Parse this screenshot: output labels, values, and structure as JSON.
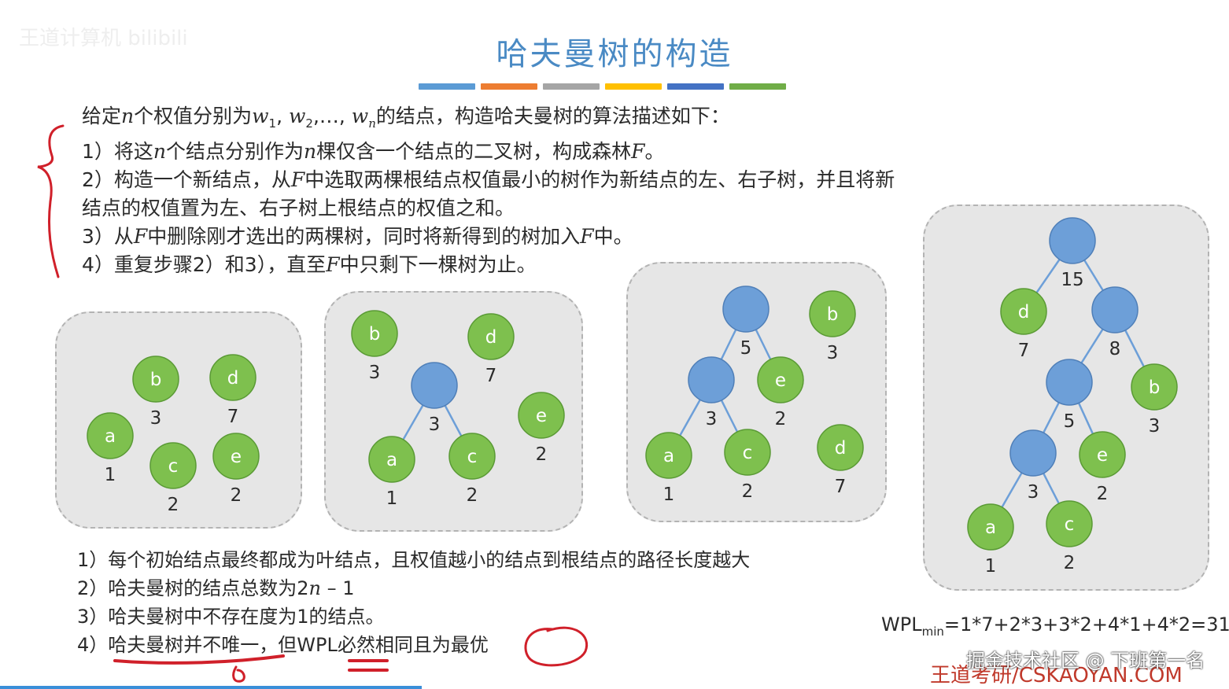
{
  "title": "哈夫曼树的构造",
  "color_bar": [
    "#5b9bd5",
    "#ed7d31",
    "#a5a5a5",
    "#ffc000",
    "#4472c4",
    "#70ad47"
  ],
  "colors": {
    "internal_node": "#6d9fd8",
    "leaf_node": "#7ec04e",
    "edge": "#6d9fd8",
    "panel_bg": "#e6e6e6",
    "annotation": "#d0202a"
  },
  "intro": {
    "line0": {
      "t1": "给定",
      "n": "n",
      "t2": "个权值分别为",
      "w": "w",
      "s1": "1",
      "c1": ", ",
      "w2": "w",
      "s2": "2",
      "c2": ",…, ",
      "wn": "w",
      "sn": "n",
      "t3": "的结点，构造哈夫曼树的算法描述如下："
    },
    "step1": {
      "a": "1）将这",
      "n1": "n",
      "b": "个结点分别作为",
      "n2": "n",
      "c": "棵仅含一个结点的二叉树，构成森林",
      "F": "F",
      "d": "。"
    },
    "step2": {
      "a": "2）构造一个新结点，从",
      "F": "F",
      "b": "中选取两棵根结点权值最小的树作为新结点的左、右子树，并且将新"
    },
    "step2b": "结点的权值置为左、右子树上根结点的权值之和。",
    "step3": {
      "a": "3）从",
      "F1": "F",
      "b": "中删除刚才选出的两棵树，同时将新得到的树加入",
      "F2": "F",
      "c": "中。"
    },
    "step4": {
      "a": "4）重复步骤2）和3），直至",
      "F": "F",
      "b": "中只剩下一棵树为止。"
    }
  },
  "panels": [
    {
      "nodes": [
        {
          "id": "b",
          "label": "b",
          "weight": "3",
          "leaf": true
        },
        {
          "id": "d",
          "label": "d",
          "weight": "7",
          "leaf": true
        },
        {
          "id": "a",
          "label": "a",
          "weight": "1",
          "leaf": true
        },
        {
          "id": "c",
          "label": "c",
          "weight": "2",
          "leaf": true
        },
        {
          "id": "e",
          "label": "e",
          "weight": "2",
          "leaf": true
        }
      ],
      "edges": []
    },
    {
      "nodes": [
        {
          "id": "b",
          "label": "b",
          "weight": "3",
          "leaf": true
        },
        {
          "id": "d",
          "label": "d",
          "weight": "7",
          "leaf": true
        },
        {
          "id": "n3",
          "label": "",
          "weight": "3",
          "leaf": false
        },
        {
          "id": "e",
          "label": "e",
          "weight": "2",
          "leaf": true
        },
        {
          "id": "a",
          "label": "a",
          "weight": "1",
          "leaf": true
        },
        {
          "id": "c",
          "label": "c",
          "weight": "2",
          "leaf": true
        }
      ],
      "edges": [
        [
          "n3",
          "a"
        ],
        [
          "n3",
          "c"
        ]
      ]
    },
    {
      "nodes": [
        {
          "id": "n5",
          "label": "",
          "weight": "5",
          "leaf": false
        },
        {
          "id": "b",
          "label": "b",
          "weight": "3",
          "leaf": true
        },
        {
          "id": "n3",
          "label": "",
          "weight": "3",
          "leaf": false
        },
        {
          "id": "e",
          "label": "e",
          "weight": "2",
          "leaf": true
        },
        {
          "id": "d",
          "label": "d",
          "weight": "7",
          "leaf": true
        },
        {
          "id": "a",
          "label": "a",
          "weight": "1",
          "leaf": true
        },
        {
          "id": "c",
          "label": "c",
          "weight": "2",
          "leaf": true
        }
      ],
      "edges": [
        [
          "n5",
          "n3"
        ],
        [
          "n5",
          "e"
        ],
        [
          "n3",
          "a"
        ],
        [
          "n3",
          "c"
        ]
      ]
    },
    {
      "nodes": [
        {
          "id": "n15",
          "label": "",
          "weight": "15",
          "leaf": false
        },
        {
          "id": "d",
          "label": "d",
          "weight": "7",
          "leaf": true
        },
        {
          "id": "n8",
          "label": "",
          "weight": "8",
          "leaf": false
        },
        {
          "id": "n5",
          "label": "",
          "weight": "5",
          "leaf": false
        },
        {
          "id": "b",
          "label": "b",
          "weight": "3",
          "leaf": true
        },
        {
          "id": "n3",
          "label": "",
          "weight": "3",
          "leaf": false
        },
        {
          "id": "e",
          "label": "e",
          "weight": "2",
          "leaf": true
        },
        {
          "id": "a",
          "label": "a",
          "weight": "1",
          "leaf": true
        },
        {
          "id": "c",
          "label": "c",
          "weight": "2",
          "leaf": true
        }
      ],
      "edges": [
        [
          "n15",
          "d"
        ],
        [
          "n15",
          "n8"
        ],
        [
          "n8",
          "n5"
        ],
        [
          "n8",
          "b"
        ],
        [
          "n5",
          "n3"
        ],
        [
          "n5",
          "e"
        ],
        [
          "n3",
          "a"
        ],
        [
          "n3",
          "c"
        ]
      ]
    }
  ],
  "properties": {
    "p1": "1）每个初始结点最终都成为叶结点，且权值越小的结点到根结点的路径长度越大",
    "p2": {
      "a": "2）哈夫曼树的结点总数为2",
      "n": "n",
      "b": " – 1"
    },
    "p3": "3）哈夫曼树中不存在度为1的结点。",
    "p4": "4）哈夫曼树并不唯一，但WPL必然相同且为最优"
  },
  "wpl": {
    "prefix": "WPL",
    "sub": "min",
    "expr": "=1*7+2*3+3*2+4*1+4*2=31"
  },
  "watermarks": {
    "juejin": "掘金技术社区 @ 下班第一名",
    "wangdao": "王道考研/CSKAOYAN.COM",
    "bilibili": "王道计算机 bilibili"
  }
}
